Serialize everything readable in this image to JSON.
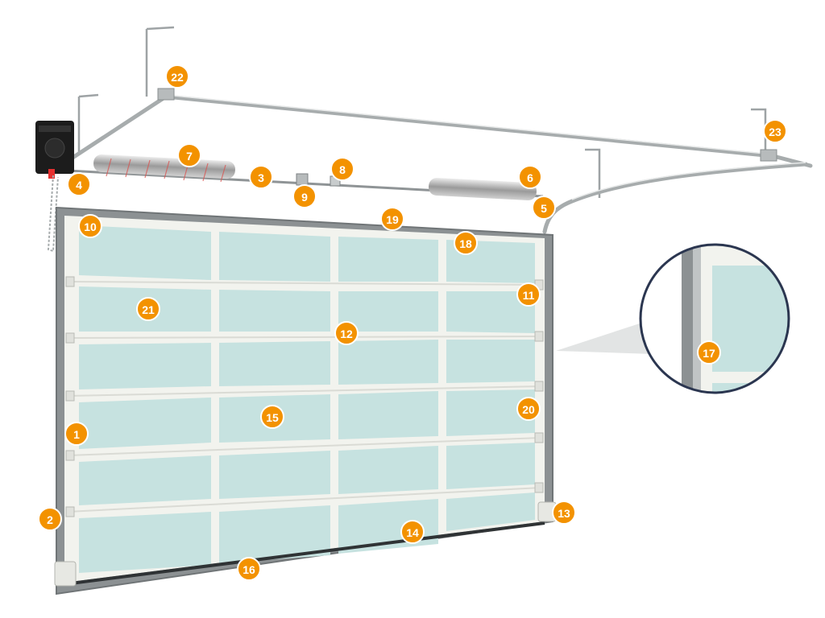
{
  "diagram": {
    "accent_color": "#F39200",
    "glass_color": "#C6E2E0",
    "frame_color": "#F2F3EE",
    "rail_color": "#A7ACAD",
    "motor_color": "#1C1C1C",
    "zoom_ring_color": "#2B3650",
    "callouts": [
      {
        "id": "1",
        "label": "1"
      },
      {
        "id": "2",
        "label": "2"
      },
      {
        "id": "3",
        "label": "3"
      },
      {
        "id": "4",
        "label": "4"
      },
      {
        "id": "5",
        "label": "5"
      },
      {
        "id": "6",
        "label": "6"
      },
      {
        "id": "7",
        "label": "7"
      },
      {
        "id": "8",
        "label": "8"
      },
      {
        "id": "9",
        "label": "9"
      },
      {
        "id": "10",
        "label": "10"
      },
      {
        "id": "11",
        "label": "11"
      },
      {
        "id": "12",
        "label": "12"
      },
      {
        "id": "13",
        "label": "13"
      },
      {
        "id": "14",
        "label": "14"
      },
      {
        "id": "15",
        "label": "15"
      },
      {
        "id": "16",
        "label": "16"
      },
      {
        "id": "17",
        "label": "17"
      },
      {
        "id": "18",
        "label": "18"
      },
      {
        "id": "19",
        "label": "19"
      },
      {
        "id": "20",
        "label": "20"
      },
      {
        "id": "21",
        "label": "21"
      },
      {
        "id": "22",
        "label": "22"
      },
      {
        "id": "23",
        "label": "23"
      }
    ]
  }
}
